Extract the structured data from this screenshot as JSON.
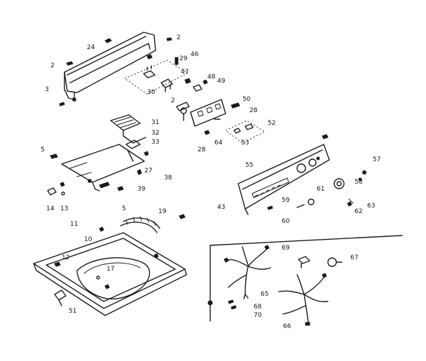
{
  "callouts": [
    {
      "id": "c-2a",
      "text": "2"
    },
    {
      "id": "c-24",
      "text": "24"
    },
    {
      "id": "c-2b",
      "text": "2"
    },
    {
      "id": "c-46",
      "text": "46"
    },
    {
      "id": "c-29",
      "text": "29"
    },
    {
      "id": "c-47",
      "text": "47"
    },
    {
      "id": "c-48",
      "text": "48"
    },
    {
      "id": "c-49",
      "text": "49"
    },
    {
      "id": "c-3a",
      "text": "3"
    },
    {
      "id": "c-30",
      "text": "30"
    },
    {
      "id": "c-2c",
      "text": "2"
    },
    {
      "id": "c-50",
      "text": "50"
    },
    {
      "id": "c-28a",
      "text": "28"
    },
    {
      "id": "c-31",
      "text": "31"
    },
    {
      "id": "c-52",
      "text": "52"
    },
    {
      "id": "c-32",
      "text": "32"
    },
    {
      "id": "c-33",
      "text": "33"
    },
    {
      "id": "c-28b",
      "text": "28"
    },
    {
      "id": "c-64",
      "text": "64"
    },
    {
      "id": "c-53",
      "text": "53"
    },
    {
      "id": "c-5a",
      "text": "5"
    },
    {
      "id": "c-27",
      "text": "27"
    },
    {
      "id": "c-38",
      "text": "38"
    },
    {
      "id": "c-55",
      "text": "55"
    },
    {
      "id": "c-57",
      "text": "57"
    },
    {
      "id": "c-39",
      "text": "39"
    },
    {
      "id": "c-58",
      "text": "58"
    },
    {
      "id": "c-14",
      "text": "14"
    },
    {
      "id": "c-13",
      "text": "13"
    },
    {
      "id": "c-5b",
      "text": "5"
    },
    {
      "id": "c-61",
      "text": "61"
    },
    {
      "id": "c-43",
      "text": "43"
    },
    {
      "id": "c-59",
      "text": "59"
    },
    {
      "id": "c-60",
      "text": "60"
    },
    {
      "id": "c-62",
      "text": "62"
    },
    {
      "id": "c-63",
      "text": "63"
    },
    {
      "id": "c-19",
      "text": "19"
    },
    {
      "id": "c-11",
      "text": "11"
    },
    {
      "id": "c-10",
      "text": "10"
    },
    {
      "id": "c-69",
      "text": "69"
    },
    {
      "id": "c-12",
      "text": "12"
    },
    {
      "id": "c-17",
      "text": "17"
    },
    {
      "id": "c-67",
      "text": "67"
    },
    {
      "id": "c-65",
      "text": "65"
    },
    {
      "id": "c-68",
      "text": "68"
    },
    {
      "id": "c-70",
      "text": "70"
    },
    {
      "id": "c-51",
      "text": "51"
    },
    {
      "id": "c-66",
      "text": "66"
    }
  ]
}
